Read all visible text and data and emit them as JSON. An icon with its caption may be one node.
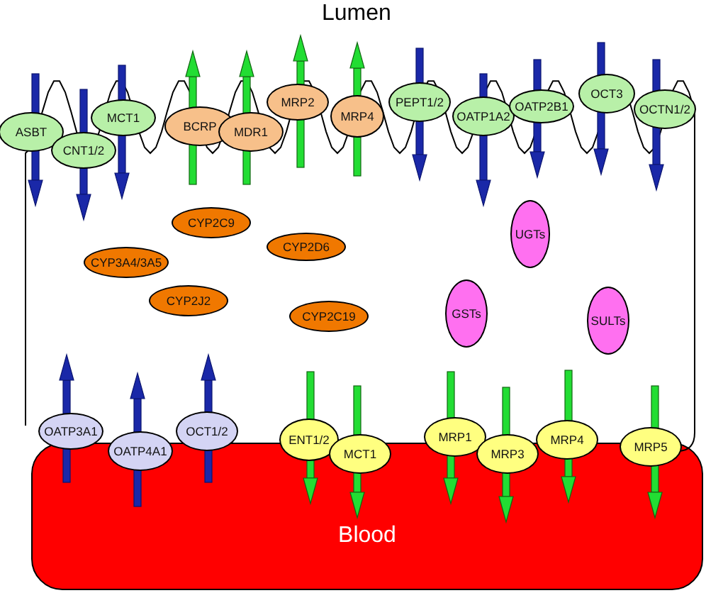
{
  "diagram": {
    "nodes": [
      {
        "text": [
          "ASBT"
        ]
      },
      {
        "text": [
          "CNT1/2"
        ]
      },
      {
        "text": [
          "MCT1"
        ]
      },
      {
        "text": [
          "BCRP"
        ]
      },
      {
        "text": [
          "MDR1"
        ]
      },
      {
        "text": [
          "MRP2"
        ]
      },
      {
        "text": [
          "MRP4"
        ]
      },
      {
        "text": [
          "PEPT1/2"
        ]
      },
      {
        "text": [
          "OATP1A2"
        ]
      },
      {
        "text": [
          "OATP2B1"
        ]
      },
      {
        "text": [
          "OCT3"
        ]
      },
      {
        "text": [
          "OCTN1/2"
        ]
      },
      {
        "text": [
          "CYP2C9"
        ]
      },
      {
        "text": [
          "CYP2D6"
        ]
      },
      {
        "text": [
          "UGTs"
        ]
      },
      {
        "text": [
          "CYP3A4/3A5"
        ]
      },
      {
        "text": [
          "CYP2J2"
        ]
      },
      {
        "text": [
          "CYP2C19"
        ]
      },
      {
        "text": [
          "GSTs"
        ]
      },
      {
        "text": [
          "SULTs"
        ]
      },
      {
        "text": [
          "OATP3A1"
        ]
      },
      {
        "text": [
          "OATP4A1"
        ]
      },
      {
        "text": [
          "OCT1/2"
        ]
      },
      {
        "text": [
          "ENT1/2"
        ]
      },
      {
        "text": [
          "MCT1"
        ]
      },
      {
        "text": [
          "MRP1"
        ]
      },
      {
        "text": [
          "MRP3"
        ]
      },
      {
        "text": [
          "MRP4"
        ]
      },
      {
        "text": [
          "MRP5"
        ]
      },
      {
        "text": [
          "Blood"
        ]
      }
    ],
    "edges": [],
    "labels": [
      "Lumen"
    ]
  }
}
